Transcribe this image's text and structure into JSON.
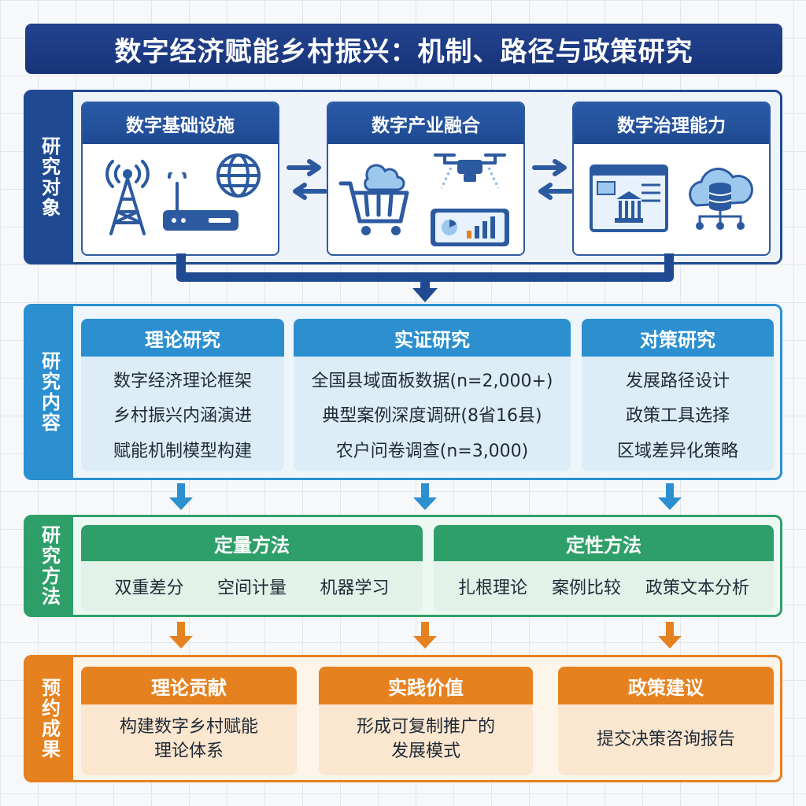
{
  "title": "数字经济赋能乡村振兴：机制、路径与政策研究",
  "colors": {
    "navy": "#1f4a92",
    "blue": "#2b8fd0",
    "green": "#2f9f6a",
    "orange": "#e6811f"
  },
  "research_objects": {
    "label": "研究对象",
    "cards": [
      {
        "title": "数字基础设施",
        "icons": [
          "signal-tower-icon",
          "router-icon",
          "globe-icon"
        ]
      },
      {
        "title": "数字产业融合",
        "icons": [
          "cloud-shopping-cart-icon",
          "drone-icon",
          "tablet-chart-icon"
        ]
      },
      {
        "title": "数字治理能力",
        "icons": [
          "government-portal-icon",
          "cloud-database-icon"
        ]
      }
    ]
  },
  "research_content": {
    "label": "研究内容",
    "cards": [
      {
        "title": "理论研究",
        "items": [
          "数字经济理论框架",
          "乡村振兴内涵演进",
          "赋能机制模型构建"
        ]
      },
      {
        "title": "实证研究",
        "items": [
          "全国县域面板数据(n=2,000+)",
          "典型案例深度调研(8省16县)",
          "农户问卷调查(n=3,000)"
        ]
      },
      {
        "title": "对策研究",
        "items": [
          "发展路径设计",
          "政策工具选择",
          "区域差异化策略"
        ]
      }
    ]
  },
  "research_methods": {
    "label": "研究方法",
    "cards": [
      {
        "title": "定量方法",
        "items": [
          "双重差分",
          "空间计量",
          "机器学习"
        ]
      },
      {
        "title": "定性方法",
        "items": [
          "扎根理论",
          "案例比较",
          "政策文本分析"
        ]
      }
    ]
  },
  "expected_results": {
    "label": "预约成果",
    "cards": [
      {
        "title": "理论贡献",
        "lines": [
          "构建数字乡村赋能",
          "理论体系"
        ]
      },
      {
        "title": "实践价值",
        "lines": [
          "形成可复制推广的",
          "发展模式"
        ]
      },
      {
        "title": "政策建议",
        "lines": [
          "提交决策咨询报告"
        ]
      }
    ]
  }
}
